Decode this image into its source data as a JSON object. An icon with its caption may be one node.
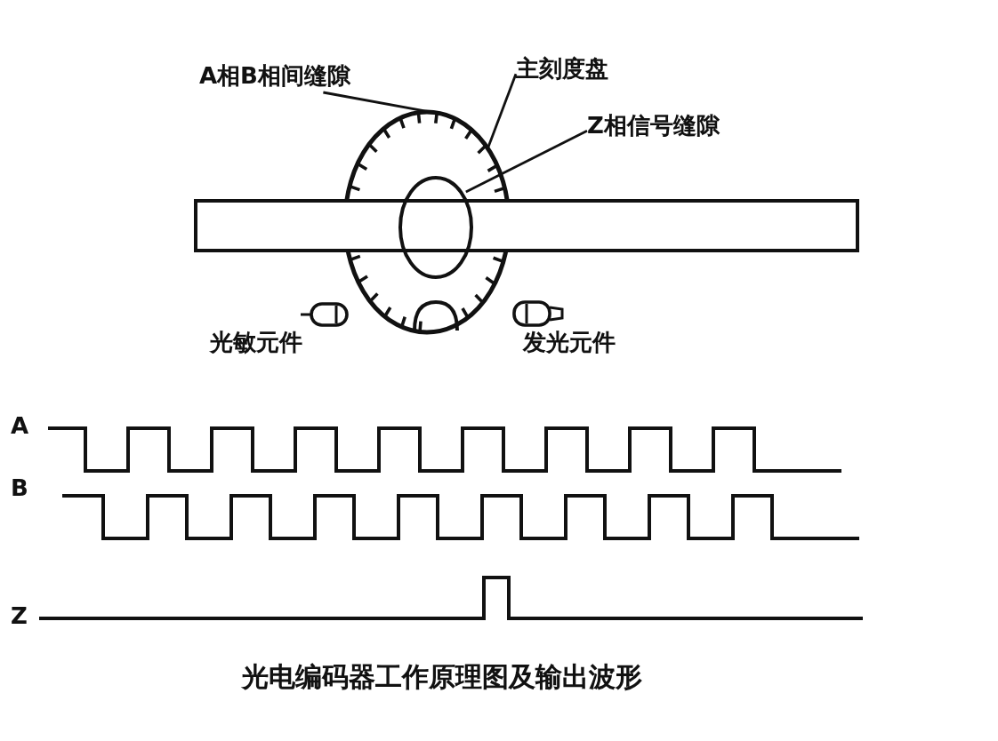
{
  "diagram": {
    "caption": "光电编码器工作原理图及输出波形",
    "nodes": [
      {
        "text": [
          "A相B相间缝隙"
        ]
      },
      {
        "text": [
          "主刻度盘"
        ]
      },
      {
        "text": [
          "Z相信号缝隙"
        ]
      },
      {
        "text": [],
        "shape": "circle"
      }
    ],
    "edges": [
      {
        "from": 0,
        "to": 3,
        "arrow": "none"
      },
      {
        "from": 1,
        "to": 3,
        "arrow": "none"
      },
      {
        "from": 2,
        "to": 3,
        "arrow": "none"
      }
    ],
    "labels": [
      "光敏元件",
      "发光元件",
      "A",
      "B",
      "Z"
    ]
  }
}
